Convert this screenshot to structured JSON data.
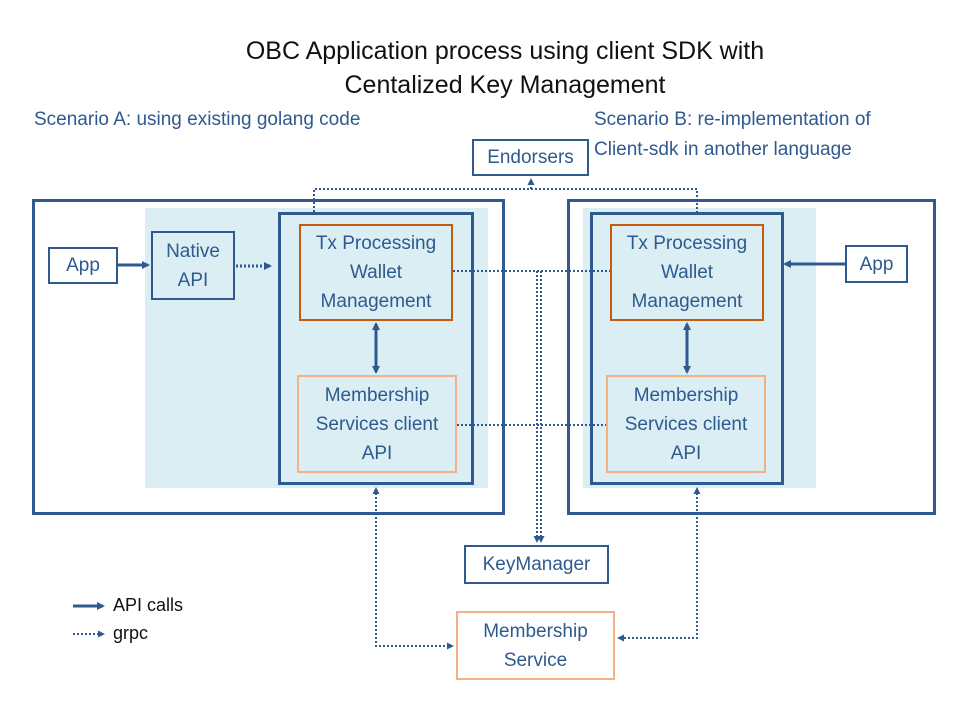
{
  "title": {
    "line1": "OBC Application process using client SDK with",
    "line2": "Centalized Key Management"
  },
  "scenario_a": "Scenario A: using existing golang code",
  "scenario_b": {
    "line1": "Scenario B: re-implementation of",
    "line2": "Client-sdk in another language"
  },
  "endorsers": "Endorsers",
  "left": {
    "app": "App",
    "native_api": "Native\nAPI",
    "tx_processing": "Tx Processing\nWallet\nManagement",
    "membership_client": "Membership\nServices client\nAPI"
  },
  "right": {
    "app": "App",
    "tx_processing": "Tx Processing\nWallet\nManagement",
    "membership_client": "Membership\nServices client\nAPI"
  },
  "key_manager": "KeyManager",
  "membership_service": "Membership\nService",
  "legend": {
    "api_calls": "API calls",
    "grpc": "grpc"
  },
  "colors": {
    "blue": "#2e5a8f",
    "shade": "#daeef4",
    "orange": "#c55a11",
    "peach": "#f4b183"
  }
}
